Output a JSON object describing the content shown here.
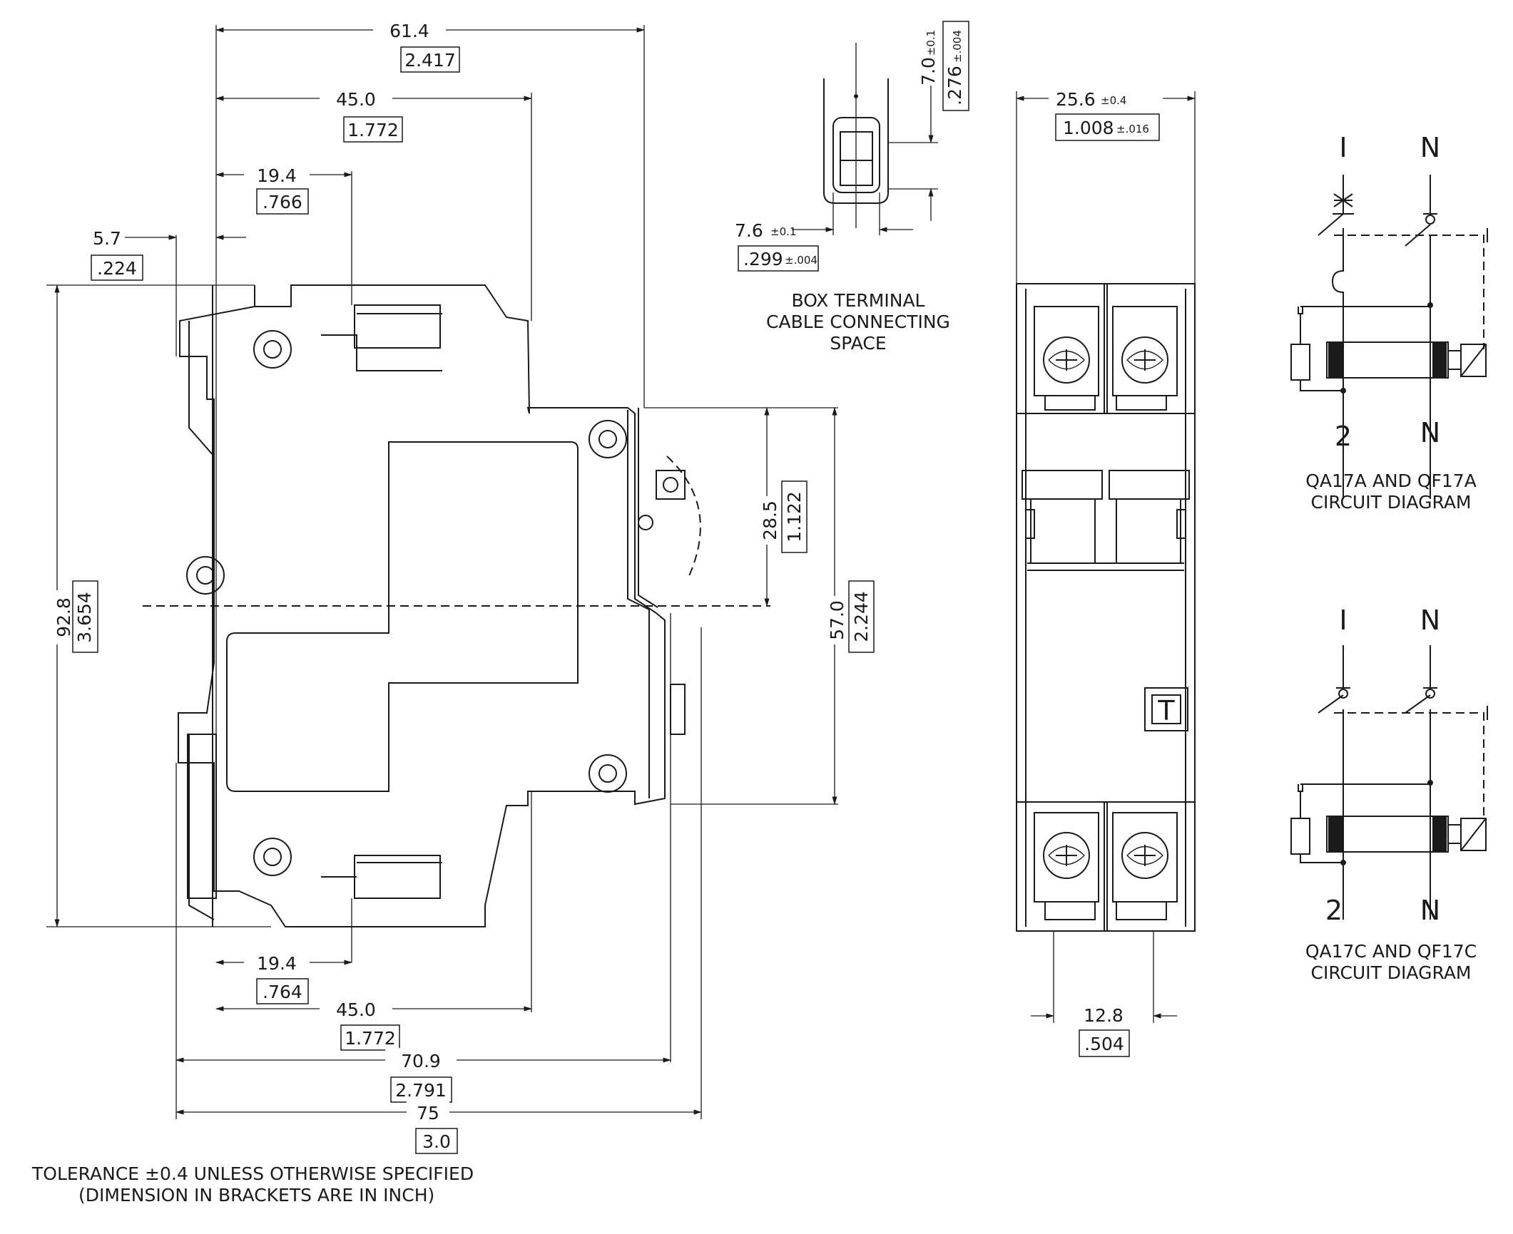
{
  "dimensions": {
    "top": [
      {
        "mm": "61.4",
        "inch": "2.417"
      },
      {
        "mm": "45.0",
        "inch": "1.772"
      },
      {
        "mm": "19.4",
        "inch": ".766"
      },
      {
        "mm": "5.7",
        "inch": ".224"
      }
    ],
    "left_height": {
      "mm": "92.8",
      "inch": "3.654"
    },
    "right": [
      {
        "mm": "28.5",
        "inch": "1.122"
      },
      {
        "mm": "57.0",
        "inch": "2.244"
      }
    ],
    "bottom": [
      {
        "mm": "19.4",
        "inch": ".764"
      },
      {
        "mm": "45.0",
        "inch": "1.772"
      },
      {
        "mm": "70.9",
        "inch": "2.791"
      },
      {
        "mm": "75",
        "inch": "3.0"
      }
    ],
    "box_terminal": {
      "height_mm": "7.0",
      "height_tol": "±0.1",
      "height_inch": ".276",
      "height_inch_tol": "±.004",
      "width_mm": "7.6",
      "width_tol": "±0.1",
      "width_inch": ".299",
      "width_inch_tol": "±.004"
    },
    "front_width": {
      "mm": "25.6",
      "mm_tol": "±0.4",
      "inch": "1.008",
      "inch_tol": "±.016"
    },
    "front_pitch": {
      "mm": "12.8",
      "inch": ".504"
    }
  },
  "labels": {
    "box_terminal_1": "BOX TERMINAL",
    "box_terminal_2": "CABLE CONNECTING",
    "box_terminal_3": "SPACE",
    "test_button": "T",
    "tolerance_1": "TOLERANCE ±0.4 UNLESS OTHERWISE SPECIFIED",
    "tolerance_2": "(DIMENSION IN BRACKETS ARE IN INCH)"
  },
  "circuit_a": {
    "in_left": "I",
    "in_right": "N",
    "out_left": "2",
    "out_right": "N",
    "caption_1": "QA17A AND QF17A",
    "caption_2": "CIRCUIT DIAGRAM"
  },
  "circuit_c": {
    "in_left": "I",
    "in_right": "N",
    "out_left": "2",
    "out_right": "N",
    "caption_1": "QA17C AND QF17C",
    "caption_2": "CIRCUIT DIAGRAM"
  }
}
